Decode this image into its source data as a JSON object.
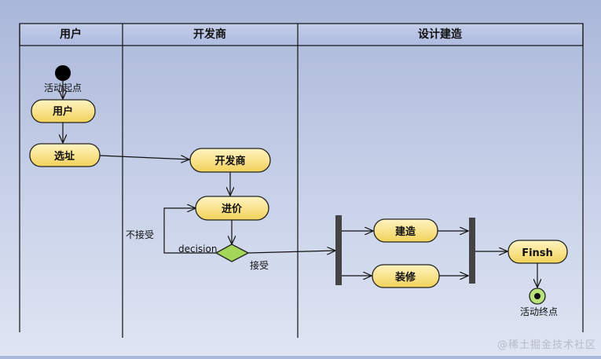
{
  "lanes": [
    {
      "title": "用户"
    },
    {
      "title": "开发商"
    },
    {
      "title": "设计建造"
    }
  ],
  "nodes": {
    "start_label": "活动起点",
    "user": "用户",
    "site": "选址",
    "developer": "开发商",
    "bid": "进价",
    "decision": "decision",
    "reject": "不接受",
    "accept": "接受",
    "build": "建造",
    "decorate": "装修",
    "finish": "Finsh",
    "end_label": "活动终点"
  },
  "watermark": "@稀土掘金技术社区",
  "colors": {
    "action_fill": "#f7df7a",
    "action_stroke": "#222222",
    "decision_fill": "#a4d65a",
    "bar_fill": "#444444",
    "end_fill": "#b8e27a"
  }
}
